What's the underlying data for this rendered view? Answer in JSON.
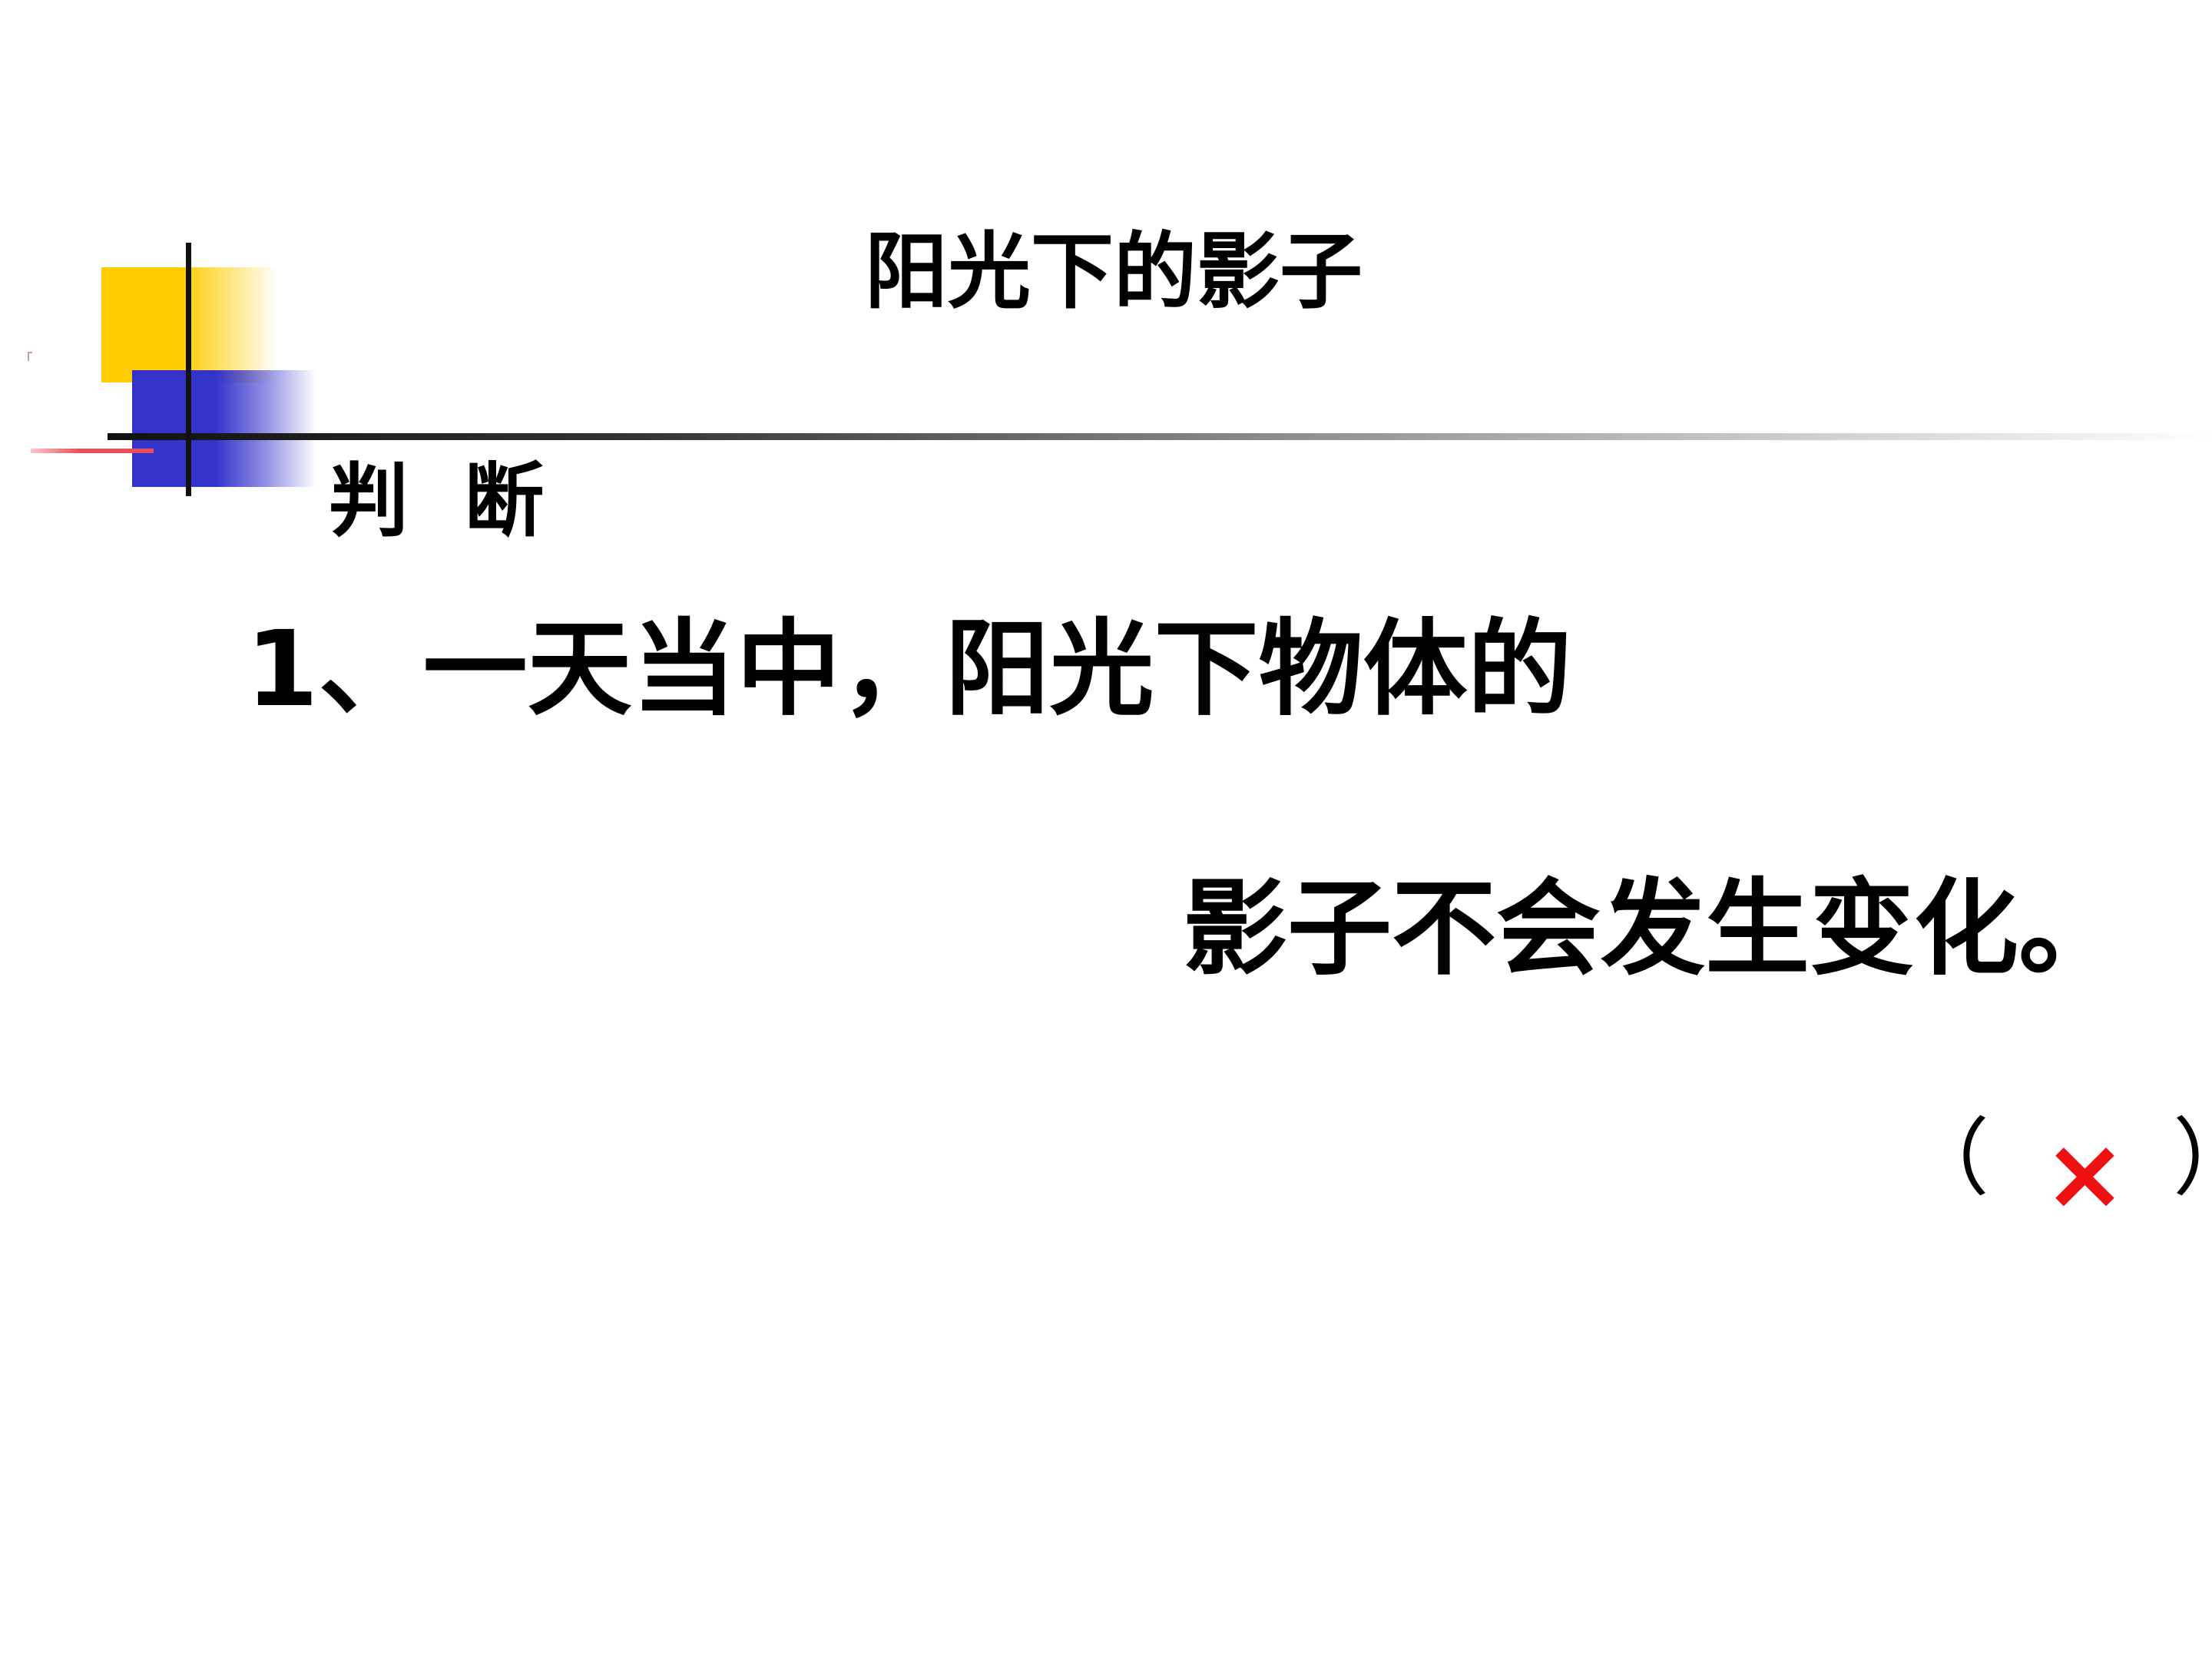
{
  "slide": {
    "title": "阳光下的影子",
    "section_label": "判  断",
    "question": {
      "number": "1",
      "line1_text": "、一天当中，阳光下物体的",
      "line2_text": "影子不会发生变化。"
    },
    "answer": {
      "open_paren": "（",
      "mark": "×",
      "close_paren": "）",
      "mark_color": "#ee1111"
    }
  },
  "colors": {
    "accent_yellow": "#ffcc00",
    "accent_blue": "#3333cc",
    "accent_red": "#e8505a",
    "line_dark": "#111111"
  }
}
